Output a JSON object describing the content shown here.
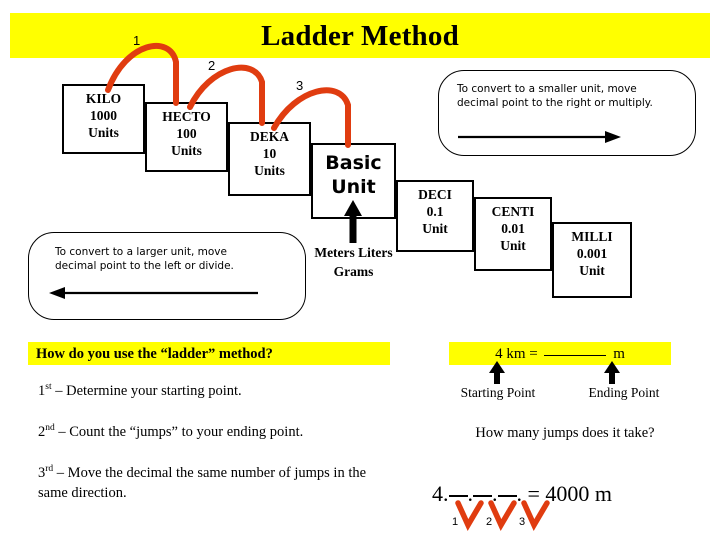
{
  "title": {
    "text": "Ladder Method",
    "band_color": "#ffff00"
  },
  "colors": {
    "highlight": "#ffff00",
    "jump_arc": "#e03c10",
    "ink": "#000000",
    "page": "#ffffff"
  },
  "ladder": {
    "steps": [
      {
        "name": "KILO",
        "value": "1000",
        "unit": "Units"
      },
      {
        "name": "HECTO",
        "value": "100",
        "unit": "Units"
      },
      {
        "name": "DEKA",
        "value": "10",
        "unit": "Units"
      },
      {
        "name": "Basic",
        "value": "Unit",
        "unit": ""
      },
      {
        "name": "DECI",
        "value": "0.1",
        "unit": "Unit"
      },
      {
        "name": "CENTI",
        "value": "0.01",
        "unit": "Unit"
      },
      {
        "name": "MILLI",
        "value": "0.001",
        "unit": "Unit"
      }
    ],
    "basic_unit_examples": [
      "Meters",
      "Liters",
      "Grams"
    ],
    "jump_numbers": [
      "1",
      "2",
      "3"
    ]
  },
  "callouts": {
    "smaller": {
      "line1": "To convert to a smaller unit, move",
      "line2": "decimal  point to the right or multiply.",
      "arrow": "right"
    },
    "larger": {
      "line1": "To convert to a larger unit, move",
      "line2": "decimal  point to the left or divide.",
      "arrow": "left"
    }
  },
  "instructions": {
    "question": "How do you use the “ladder” method?",
    "steps": [
      {
        "ordinal": "1",
        "suffix": "st",
        "text": " – Determine your starting point."
      },
      {
        "ordinal": "2",
        "suffix": "nd",
        "text": " – Count the “jumps” to your ending point."
      },
      {
        "ordinal": "3",
        "suffix": "rd",
        "text": " – Move the decimal the same number of jumps in the same direction."
      }
    ]
  },
  "example": {
    "equation_prefix": "4 km = ",
    "equation_suffix": " m",
    "start_label": "Starting Point",
    "end_label": "Ending Point",
    "jump_question": "How many jumps does it take?",
    "decimal_prefix": "4.",
    "decimal_result": " = 4000 m",
    "decimal_jump_numbers": [
      "1",
      "2",
      "3"
    ]
  }
}
